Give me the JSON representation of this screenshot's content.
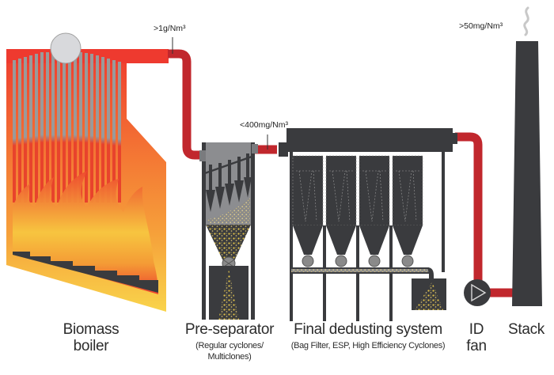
{
  "concentrations": {
    "boiler_outlet": ">1g/Nm³",
    "preseparator_outlet": "<400mg/Nm³",
    "stack_outlet": ">50mg/Nm³"
  },
  "labels": {
    "boiler": {
      "line1": "Biomass",
      "line2": "boiler"
    },
    "preseparator": {
      "title": "Pre-separator",
      "sub1": "(Regular cyclones/",
      "sub2": "Multiclones)"
    },
    "final": {
      "title": "Final dedusting system",
      "sub": "(Bag Filter, ESP, High Efficiency Cyclones)"
    },
    "idfan": {
      "line1": "ID",
      "line2": "fan"
    },
    "stack": {
      "title": "Stack"
    }
  },
  "colors": {
    "duct": "#c1272d",
    "equipment": "#3a3b3e",
    "dust": "#d9b84a"
  }
}
